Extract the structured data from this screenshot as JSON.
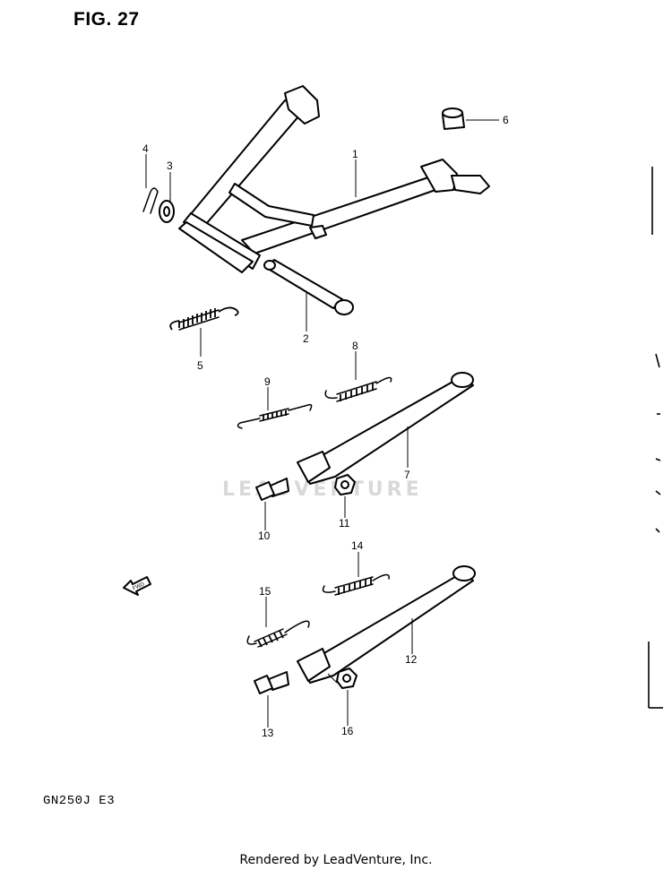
{
  "figure": {
    "title": "FIG. 27",
    "model_code": "GN250J  E3",
    "credit": "Rendered by LeadVenture, Inc.",
    "watermark": "LEADVENTURE",
    "fwd_label": "FWD"
  },
  "callouts": [
    {
      "id": "1",
      "part": "center stand frame"
    },
    {
      "id": "2",
      "part": "stand shaft"
    },
    {
      "id": "3",
      "part": "washer"
    },
    {
      "id": "4",
      "part": "cotter pin"
    },
    {
      "id": "5",
      "part": "center stand spring"
    },
    {
      "id": "6",
      "part": "rubber stopper"
    },
    {
      "id": "7",
      "part": "side stand"
    },
    {
      "id": "8",
      "part": "side stand spring"
    },
    {
      "id": "9",
      "part": "side stand spring, small"
    },
    {
      "id": "10",
      "part": "side stand bolt"
    },
    {
      "id": "11",
      "part": "nut"
    },
    {
      "id": "12",
      "part": "side stand"
    },
    {
      "id": "13",
      "part": "side stand bolt"
    },
    {
      "id": "14",
      "part": "side stand spring"
    },
    {
      "id": "15",
      "part": "side stand spring"
    },
    {
      "id": "16",
      "part": "nut"
    }
  ]
}
